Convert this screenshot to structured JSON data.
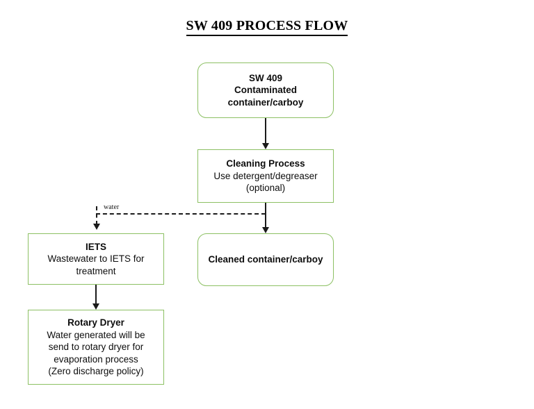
{
  "document": {
    "title": "SW 409 PROCESS FLOW"
  },
  "diagram": {
    "type": "flowchart",
    "accent_border_color": "#8CC063",
    "connector_color": "#1a1a1a",
    "background_color": "#ffffff",
    "nodes": [
      {
        "id": "sw409-contaminated",
        "shape": "rounded-rectangle",
        "lines": [
          {
            "text": "SW 409",
            "bold": true
          },
          {
            "text": "Contaminated",
            "bold": true
          },
          {
            "text": "container/carboy",
            "bold": true
          }
        ]
      },
      {
        "id": "cleaning-process",
        "shape": "rectangle",
        "lines": [
          {
            "text": "Cleaning Process",
            "bold": true
          },
          {
            "text": "Use detergent/degreaser",
            "bold": false
          },
          {
            "text": "(optional)",
            "bold": false
          }
        ]
      },
      {
        "id": "cleaned-container",
        "shape": "rounded-rectangle",
        "lines": [
          {
            "text": "Cleaned container/carboy",
            "bold": true
          }
        ]
      },
      {
        "id": "iets",
        "shape": "rectangle",
        "lines": [
          {
            "text": "IETS",
            "bold": true
          },
          {
            "text": "Wastewater to IETS for",
            "bold": false
          },
          {
            "text": "treatment",
            "bold": false
          }
        ]
      },
      {
        "id": "rotary-dryer",
        "shape": "rectangle",
        "lines": [
          {
            "text": "Rotary Dryer",
            "bold": true
          },
          {
            "text": "Water generated will be",
            "bold": false
          },
          {
            "text": "send to rotary dryer for",
            "bold": false
          },
          {
            "text": "evaporation process",
            "bold": false
          },
          {
            "text": "(Zero discharge policy)",
            "bold": false
          }
        ]
      }
    ],
    "edges": [
      {
        "id": "e1",
        "from": "sw409-contaminated",
        "to": "cleaning-process",
        "style": "solid",
        "label": ""
      },
      {
        "id": "e2",
        "from": "cleaning-process",
        "to": "cleaned-container",
        "style": "solid",
        "label": ""
      },
      {
        "id": "e3",
        "from": "cleaning-process",
        "to": "iets",
        "style": "dashed",
        "label": "water"
      },
      {
        "id": "e4",
        "from": "iets",
        "to": "rotary-dryer",
        "style": "solid",
        "label": ""
      }
    ],
    "labels": {
      "water": "water"
    }
  }
}
